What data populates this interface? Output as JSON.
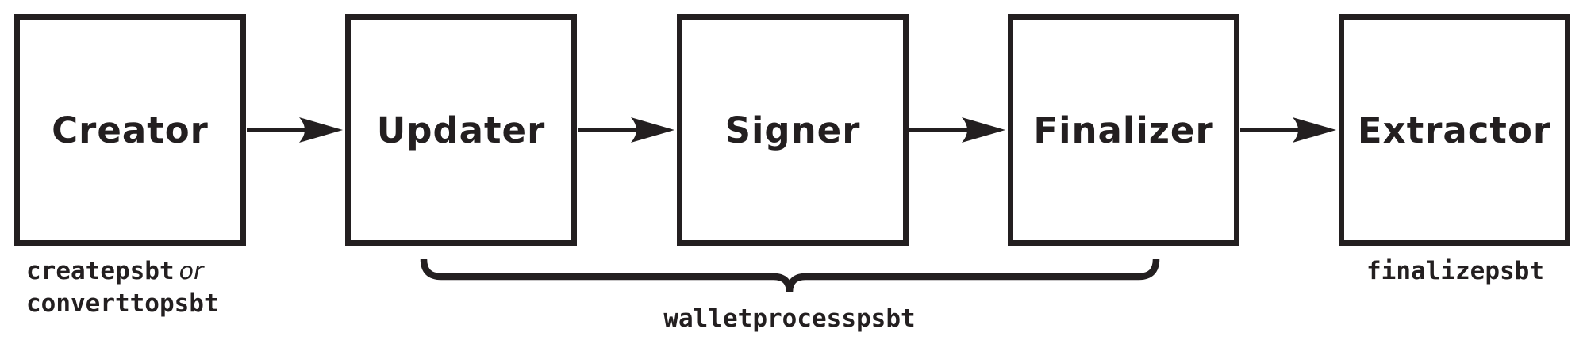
{
  "diagram": {
    "stages": [
      {
        "label": "Creator"
      },
      {
        "label": "Updater"
      },
      {
        "label": "Signer"
      },
      {
        "label": "Finalizer"
      },
      {
        "label": "Extractor"
      }
    ],
    "creator_caption": {
      "command_1": "createpsbt",
      "conjunction": "or",
      "command_2": "converttopsbt"
    },
    "brace_caption": "walletprocesspsbt",
    "extractor_caption": "finalizepsbt",
    "colors": {
      "ink": "#231f20",
      "background": "#ffffff"
    }
  }
}
